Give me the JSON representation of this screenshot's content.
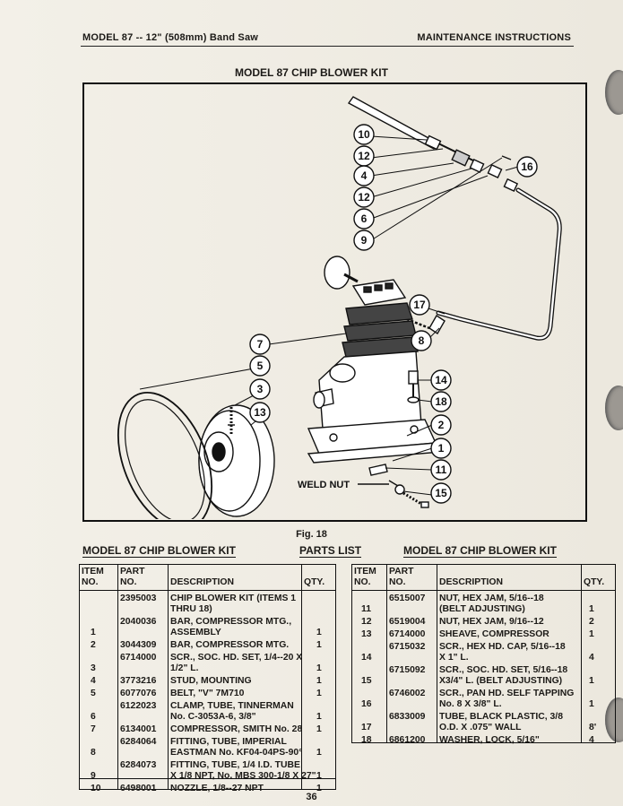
{
  "header": {
    "left": "MODEL 87 -- 12\" (508mm) Band Saw",
    "right": "MAINTENANCE INSTRUCTIONS"
  },
  "figure": {
    "title": "MODEL 87 CHIP BLOWER KIT",
    "caption": "Fig. 18",
    "weld_nut_label": "WELD NUT",
    "callouts": [
      "10",
      "12",
      "4",
      "12",
      "6",
      "9",
      "16",
      "17",
      "8",
      "7",
      "5",
      "3",
      "13",
      "14",
      "18",
      "2",
      "1",
      "11",
      "15"
    ]
  },
  "parts_list": {
    "title_left": "MODEL 87 CHIP BLOWER KIT",
    "title_mid": "PARTS LIST",
    "title_right": "MODEL 87 CHIP BLOWER KIT",
    "headers": {
      "item": "ITEM NO.",
      "item_line1": "ITEM",
      "item_line2": "NO.",
      "part_line1": "PART",
      "part_line2": "NO.",
      "description": "DESCRIPTION",
      "qty": "QTY."
    },
    "left_rows": [
      {
        "item": "",
        "part": "2395003",
        "desc": [
          "CHIP BLOWER KIT (ITEMS 1",
          "THRU 18)"
        ],
        "qty": ""
      },
      {
        "item": "1",
        "part": "2040036",
        "desc": [
          "BAR, COMPRESSOR MTG.,",
          "ASSEMBLY"
        ],
        "qty": "1"
      },
      {
        "item": "2",
        "part": "3044309",
        "desc": [
          "BAR, COMPRESSOR MTG."
        ],
        "qty": "1"
      },
      {
        "item": "3",
        "part": "6714000",
        "desc": [
          "SCR., SOC. HD. SET, 1/4--20 X",
          "1/2\" L."
        ],
        "qty": "1"
      },
      {
        "item": "4",
        "part": "3773216",
        "desc": [
          "STUD, MOUNTING"
        ],
        "qty": "1"
      },
      {
        "item": "5",
        "part": "6077076",
        "desc": [
          "BELT, \"V\" 7M710"
        ],
        "qty": "1"
      },
      {
        "item": "6",
        "part": "6122023",
        "desc": [
          "CLAMP, TUBE, TINNERMAN",
          "No. C-3053A-6, 3/8\""
        ],
        "qty": "1"
      },
      {
        "item": "7",
        "part": "6134001",
        "desc": [
          "COMPRESSOR, SMITH No. 28"
        ],
        "qty": "1"
      },
      {
        "item": "8",
        "part": "6284064",
        "desc": [
          "FITTING, TUBE, IMPERIAL",
          "EASTMAN No. KF04-04PS-90°"
        ],
        "qty": "1"
      },
      {
        "item": "9",
        "part": "6284073",
        "desc": [
          "FITTING, TUBE, 1/4 I.D. TUBE",
          "X 1/8 NPT, No. MBS 300-1/8 X 27\""
        ],
        "qty": "1"
      },
      {
        "item": "10",
        "part": "6498001",
        "desc": [
          "NOZZLE, 1/8--27 NPT"
        ],
        "qty": "1"
      }
    ],
    "right_rows": [
      {
        "item": "11",
        "part": "6515007",
        "desc": [
          "NUT, HEX JAM, 5/16--18",
          "(BELT ADJUSTING)"
        ],
        "qty": "1"
      },
      {
        "item": "12",
        "part": "6519004",
        "desc": [
          "NUT, HEX JAM, 9/16--12"
        ],
        "qty": "2"
      },
      {
        "item": "13",
        "part": "6714000",
        "desc": [
          "SHEAVE, COMPRESSOR"
        ],
        "qty": "1"
      },
      {
        "item": "14",
        "part": "6715032",
        "desc": [
          "SCR., HEX HD. CAP, 5/16--18",
          "X 1\" L."
        ],
        "qty": "4"
      },
      {
        "item": "15",
        "part": "6715092",
        "desc": [
          "SCR., SOC. HD. SET, 5/16--18",
          "X3/4\" L. (BELT ADJUSTING)"
        ],
        "qty": "1"
      },
      {
        "item": "16",
        "part": "6746002",
        "desc": [
          "SCR., PAN HD. SELF TAPPING",
          "No. 8 X 3/8\" L."
        ],
        "qty": "1"
      },
      {
        "item": "17",
        "part": "6833009",
        "desc": [
          "TUBE, BLACK PLASTIC, 3/8",
          "O.D. X .075\" WALL"
        ],
        "qty": "8'"
      },
      {
        "item": "18",
        "part": "6861200",
        "desc": [
          "WASHER, LOCK, 5/16\""
        ],
        "qty": "4"
      }
    ]
  },
  "page_number": "36"
}
